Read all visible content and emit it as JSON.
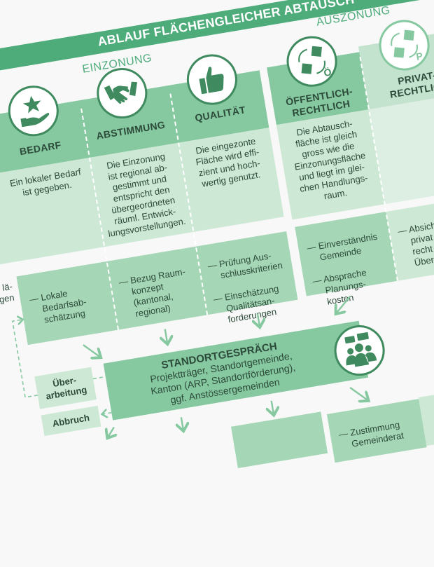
{
  "title": "ABLAUF FLÄCHENGLEICHER ABTAUSCH",
  "sections": {
    "einzonung": "EINZONUNG",
    "auszonung": "AUSZONUNG"
  },
  "colors": {
    "banner": "#4eac7b",
    "header": "#86c8a0",
    "light": "#cde8d5",
    "medium": "#a5d6b6",
    "icon_stroke": "#3f8a5e",
    "text": "#2c4a39"
  },
  "columns": [
    {
      "label": "BEDARF",
      "icon": "star-hand-icon",
      "description": "Ein lokaler Bedarf\nist gegeben.",
      "items": [
        "Lokale\nBedarfsab-\nschätzung"
      ]
    },
    {
      "label": "ABSTIMMUNG",
      "icon": "handshake-icon",
      "description": "Die Einzonung\nist regional ab-\ngestimmt und\nentspricht den\nübergeordneten\nräuml. Entwick-\nlungsvorstellungen.",
      "items": [
        "Bezug Raum-\nkonzept\n(kantonal,\nregional)"
      ]
    },
    {
      "label": "QUALITÄT",
      "icon": "thumbs-up-icon",
      "description": "Die eingezonte\nFläche wird effi-\nzient und hoch-\nwertig genutzt.",
      "items": [
        "Prüfung Aus-\nschlusskriterien",
        "Einschätzung\nQualitätsan-\nforderungen"
      ]
    },
    {
      "label": "ÖFFENTLICH-\nRECHTLICH",
      "icon": "swap-public-icon",
      "icon_letter": "Ö",
      "description": "Die Abtausch-\nfläche ist gleich\ngross wie die\nEinzonungsfläche\nund liegt im glei-\nchen Handlungs-\nraum.",
      "items": [
        "Einverständnis\nGemeinde",
        "Absprache\nPlanungs-\nkosten"
      ]
    },
    {
      "label": "PRIVAT-\nRECHTLICH",
      "icon": "swap-private-icon",
      "icon_letter": "P",
      "items": [
        "Absich\nprivat\nrecht\nÜber"
      ]
    }
  ],
  "left_fragment": "lä-\ngen",
  "standort": {
    "title": "STANDORTGESPRÄCH",
    "subtitle": "Projektträger, Standortgemeinde,\nKanton (ARP, Standortförderung),\nggf. Anstössergemeinden"
  },
  "side_boxes": {
    "ueberarbeitung": "Über-\narbeitung",
    "abbruch": "Abbruch"
  },
  "bottom": {
    "zustimmung": "Zustimmung\nGemeinderat"
  }
}
